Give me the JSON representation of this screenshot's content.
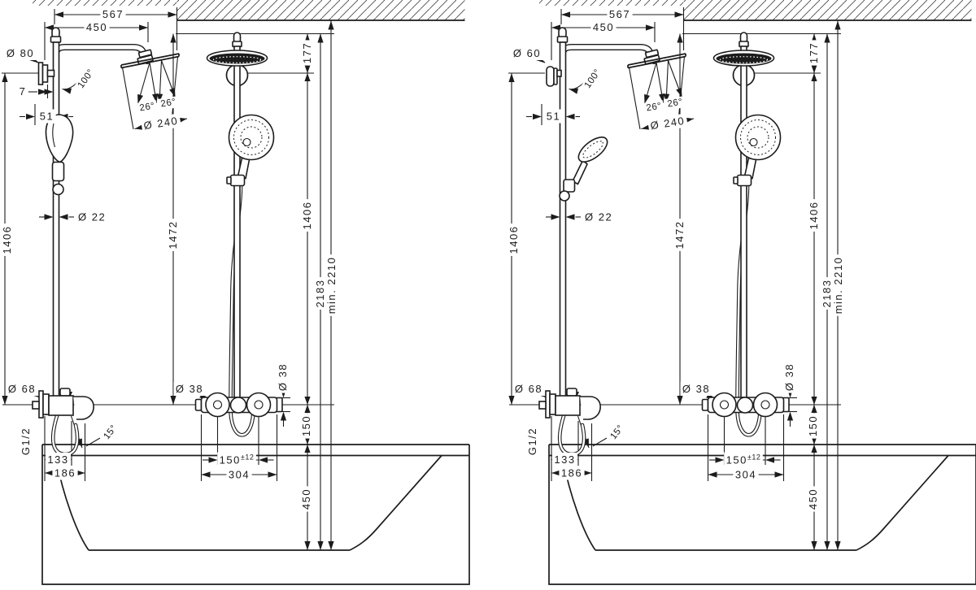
{
  "drawings": [
    {
      "side": "left",
      "dims": {
        "width_total": "567",
        "arm_reach": "450",
        "flange_dia": "Ø 80",
        "arm_angle": "100°",
        "offset_7": "7",
        "offset_51": "51",
        "spray_angle_left": "26°",
        "spray_angle_right": "26°",
        "head_dia": "Ø 240",
        "drop_177": "177",
        "pipe_dia": "Ø 22",
        "height_wall": "1406",
        "height_column": "1472",
        "height_arm": "1406",
        "height_top": "2183",
        "height_min": "min. 2210",
        "valve_flange_dia": "Ø 68",
        "thread": "G1/2",
        "spout_angle": "15°",
        "reach_133": "133",
        "reach_186": "186",
        "valve_dia_callout": "Ø 38",
        "valve_dia_vertical": "Ø 38",
        "center_150": "150",
        "center_150_tol": "±12",
        "center_304": "304",
        "rim_150": "150",
        "tub_depth_450": "450"
      }
    },
    {
      "side": "right",
      "dims": {
        "width_total": "567",
        "arm_reach": "450",
        "flange_dia": "Ø 60",
        "arm_angle": "100°",
        "offset_51": "51",
        "spray_angle_left": "26°",
        "spray_angle_right": "26°",
        "head_dia": "Ø 240",
        "drop_177": "177",
        "pipe_dia": "Ø 22",
        "height_wall": "1406",
        "height_column": "1472",
        "height_arm": "1406",
        "height_top": "2183",
        "height_min": "min. 2210",
        "valve_flange_dia": "Ø 68",
        "thread": "G1/2",
        "spout_angle": "15°",
        "reach_133": "133",
        "reach_186": "186",
        "valve_dia_callout": "Ø 38",
        "valve_dia_vertical": "Ø 38",
        "center_150": "150",
        "center_150_tol": "±12",
        "center_304": "304",
        "rim_150": "150",
        "tub_depth_450": "450"
      }
    }
  ]
}
